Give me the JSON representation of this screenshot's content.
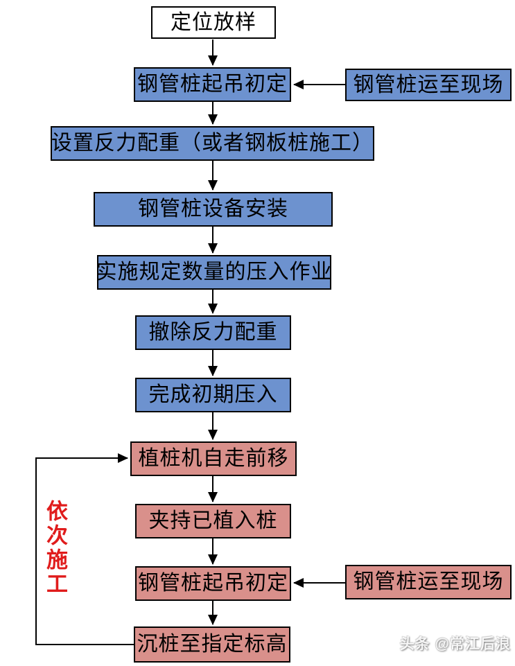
{
  "flowchart": {
    "title_hint": "steel pipe pile press-in construction sequence",
    "start": {
      "label": "定位放样"
    },
    "steps": [
      {
        "label": "钢管桩起吊初定",
        "phase": "initial"
      },
      {
        "label": "设置反力配重（或者钢板桩施工）",
        "phase": "initial"
      },
      {
        "label": "钢管桩设备安装",
        "phase": "initial"
      },
      {
        "label": "实施规定数量的压入作业",
        "phase": "initial"
      },
      {
        "label": "撤除反力配重",
        "phase": "initial"
      },
      {
        "label": "完成初期压入",
        "phase": "initial"
      },
      {
        "label": "植桩机自走前移",
        "phase": "sequential"
      },
      {
        "label": "夹持已植入桩",
        "phase": "sequential"
      },
      {
        "label": "钢管桩起吊初定",
        "phase": "sequential"
      },
      {
        "label": "沉桩至指定标高",
        "phase": "sequential"
      }
    ],
    "side_inputs": [
      {
        "label": "钢管桩运至现场",
        "phase": "initial",
        "feeds": "钢管桩起吊初定 (upper)"
      },
      {
        "label": "钢管桩运至现场",
        "phase": "sequential",
        "feeds": "钢管桩起吊初定 (lower)"
      }
    ],
    "loop": {
      "label": "依次施工",
      "from": "沉桩至指定标高",
      "to": "植桩机自走前移"
    },
    "colors": {
      "initial_fill": "#6d92cf",
      "sequential_fill": "#d9908b",
      "start_fill": "#ffffff",
      "border": "#000000",
      "line": "#000000",
      "loop_label_color": "#e01c1c"
    }
  },
  "watermark": {
    "text": "头条 @常江后浪"
  }
}
